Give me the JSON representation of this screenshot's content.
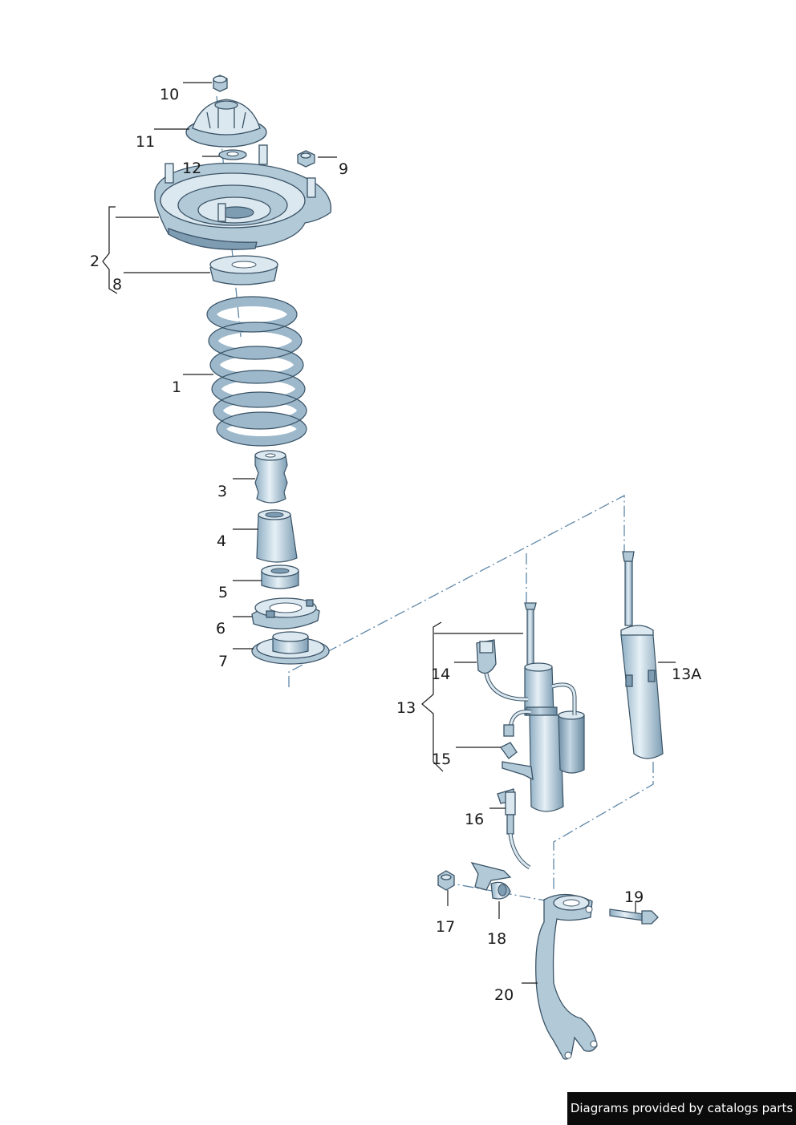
{
  "callouts": {
    "c1": "1",
    "c2": "2",
    "c3": "3",
    "c4": "4",
    "c5": "5",
    "c6": "6",
    "c7": "7",
    "c8": "8",
    "c9": "9",
    "c10": "10",
    "c11": "11",
    "c12": "12",
    "c13": "13",
    "c13a": "13A",
    "c14": "14",
    "c15": "15",
    "c16": "16",
    "c17": "17",
    "c18": "18",
    "c19": "19",
    "c20": "20"
  },
  "credit": "Diagrams provided by catalogs parts",
  "colors": {
    "part_light": "#dce8f0",
    "part_mid": "#b2c9d8",
    "part_dark": "#7e9db3",
    "outline": "#3a5366",
    "chain_line": "#5f87a8",
    "badge_bg": "#0b0b0b",
    "badge_text": "#ffffff"
  }
}
